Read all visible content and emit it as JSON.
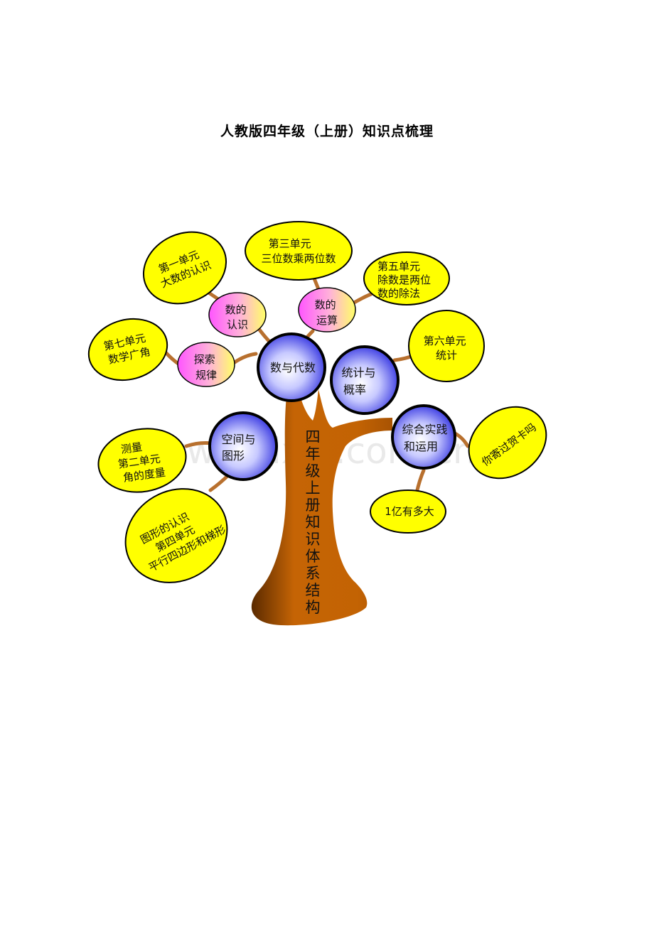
{
  "title": "人教版四年级（上册）知识点梳理",
  "watermark": "www.zixin.com.cn",
  "trunk_label": "四年级上册知识体系结构",
  "trunk_chars": [
    "四",
    "年",
    "级",
    "上",
    "册",
    "知",
    "识",
    "体",
    "系",
    "结",
    "构"
  ],
  "domains": {
    "number_algebra": "数与代数",
    "statistics": [
      "统计与",
      "概率"
    ],
    "geometry": [
      "空间与",
      "图形"
    ],
    "practice": [
      "综合实践",
      "和运用"
    ]
  },
  "sub_branches": {
    "number_recognition": [
      "数的",
      "认识"
    ],
    "number_operations": [
      "数的",
      "运算"
    ],
    "patterns": [
      "探索",
      "规律"
    ]
  },
  "units": {
    "unit1": [
      "第一单元",
      "大数的认识"
    ],
    "unit3": [
      "第三单元",
      "三位数乘两位数"
    ],
    "unit5": [
      "第五单元",
      "除数是两位",
      "数的除法"
    ],
    "unit7": [
      "第七单元",
      "数学广角"
    ],
    "unit6": [
      "第六单元",
      "统计"
    ],
    "unit2": [
      "测量",
      "第二单元",
      "角的度量"
    ],
    "unit4": [
      "图形的认识",
      "第四单元",
      "平行四边形和梯形"
    ],
    "card": "你寄过贺卡吗",
    "billion": "1亿有多大"
  },
  "colors": {
    "trunk": "#bf5f05",
    "branch": "#b8702e",
    "leaf": "#ffff00",
    "domain_circle": "#3a3ae6",
    "sub_circle_pink": "#ff66ff",
    "sub_circle_yellow": "#ffff66"
  }
}
